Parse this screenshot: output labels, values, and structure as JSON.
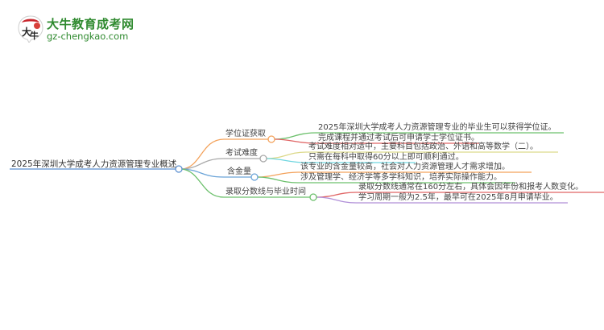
{
  "logo": {
    "title": "大牛教育成考网",
    "url": "gz-chengkao.com",
    "mark_text": "大牛"
  },
  "mindmap": {
    "root": {
      "label": "2025年深圳大学成考人力资源管理专业概述",
      "color": "#5b8fd0"
    },
    "branches": [
      {
        "label": "学位证获取",
        "color": "#f3a25b",
        "children": [
          {
            "label": "2025年深圳大学成考人力资源管理专业的毕业生可以获得学位证。",
            "color": "#6cc06c"
          },
          {
            "label": "完成课程并通过考试后可申请学士学位证书。",
            "color": "#e06464"
          }
        ]
      },
      {
        "label": "考试难度",
        "color": "#a8a8a8",
        "children": [
          {
            "label": "考试难度相对适中，主要科目包括政治、外语和高等数学（二）。",
            "color": "#dcd98a"
          },
          {
            "label": "只需在每科中取得60分以上即可顺利通过。",
            "color": "#6fd6e0"
          }
        ]
      },
      {
        "label": "含金量",
        "color": "#6aa3d8",
        "children": [
          {
            "label": "该专业的含金量较高，社会对人力资源管理人才需求增加。",
            "color": "#f3a25b"
          },
          {
            "label": "涉及管理学、经济学等多学科知识，培养实际操作能力。",
            "color": "#6cc06c"
          }
        ]
      },
      {
        "label": "录取分数线与毕业时间",
        "color": "#6cc06c",
        "children": [
          {
            "label": "录取分数线通常在160分左右，具体会因年份和报考人数变化。",
            "color": "#e06464"
          },
          {
            "label": "学习周期一般为2.5年，最早可在2025年8月申请毕业。",
            "color": "#b08fd8"
          }
        ]
      }
    ]
  }
}
